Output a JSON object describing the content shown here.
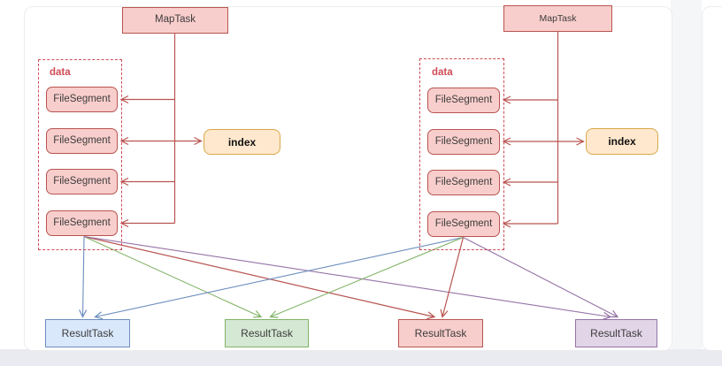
{
  "page": {
    "background": "#ffffff",
    "bottom_band_color": "#e9ebf1",
    "gap_band_color": "#f5f6f8"
  },
  "diagram": {
    "groups": [
      {
        "side": "left",
        "map_task_label": "MapTask",
        "data_label": "data",
        "file_segments": [
          "FileSegment",
          "FileSegment",
          "FileSegment",
          "FileSegment"
        ],
        "index_label": "index"
      },
      {
        "side": "right",
        "map_task_label": "MapTask",
        "data_label": "data",
        "file_segments": [
          "FileSegment",
          "FileSegment",
          "FileSegment",
          "FileSegment"
        ],
        "index_label": "index"
      }
    ],
    "result_tasks": [
      {
        "label": "ResultTask",
        "color_name": "blue",
        "fill": "#dae8fc",
        "stroke": "#6c8ebf"
      },
      {
        "label": "ResultTask",
        "color_name": "green",
        "fill": "#d5e8d4",
        "stroke": "#82b366"
      },
      {
        "label": "ResultTask",
        "color_name": "red",
        "fill": "#f8cecc",
        "stroke": "#b85450"
      },
      {
        "label": "ResultTask",
        "color_name": "purple",
        "fill": "#e1d5e7",
        "stroke": "#9673a6"
      }
    ],
    "colors": {
      "task_fill": "#f8cecc",
      "task_stroke": "#b85450",
      "index_fill": "#ffe8cd",
      "index_stroke": "#d8a94c",
      "data_frame_stroke": "#ce4b55",
      "arrow_red": "#b85450",
      "arrow_blue": "#6c8ebf",
      "arrow_green": "#82b366",
      "arrow_purple": "#9673a6",
      "text": "#3c3c3c"
    }
  }
}
